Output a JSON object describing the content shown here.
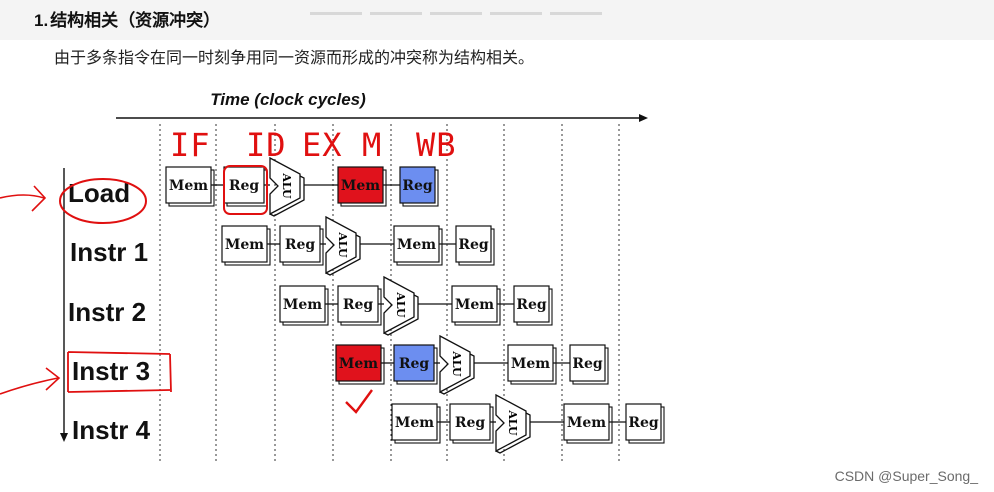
{
  "header": {
    "section_number": "1.",
    "section_title": "结构相关",
    "section_subtitle": "（资源冲突）",
    "description": "由于多条指令在同一时刻争用同一资源而形成的冲突称为结构相关。"
  },
  "diagram": {
    "time_axis_label": "Time (clock cycles)",
    "stage_annotations": [
      "IF",
      "ID",
      "EX",
      "M",
      "WB"
    ],
    "instructions": [
      {
        "label": "Load",
        "stages": [
          "Mem",
          "Reg",
          "ALU",
          "Mem",
          "Reg"
        ],
        "highlight": [
          "",
          "",
          "",
          "red",
          "blue"
        ]
      },
      {
        "label": "Instr 1",
        "stages": [
          "Mem",
          "Reg",
          "ALU",
          "Mem",
          "Reg"
        ],
        "highlight": [
          "",
          "",
          "",
          "",
          ""
        ]
      },
      {
        "label": "Instr 2",
        "stages": [
          "Mem",
          "Reg",
          "ALU",
          "Mem",
          "Reg"
        ],
        "highlight": [
          "",
          "",
          "",
          "",
          ""
        ]
      },
      {
        "label": "Instr 3",
        "stages": [
          "Mem",
          "Reg",
          "ALU",
          "Mem",
          "Reg"
        ],
        "highlight": [
          "red",
          "blue",
          "",
          "",
          ""
        ]
      },
      {
        "label": "Instr 4",
        "stages": [
          "Mem",
          "Reg",
          "ALU",
          "Mem",
          "Reg"
        ],
        "highlight": [
          "",
          "",
          "",
          "",
          ""
        ]
      }
    ],
    "colors": {
      "conflict": "#e0121c",
      "register": "#6c8ef0",
      "annotation": "#e01010"
    }
  },
  "watermark": "CSDN @Super_Song_"
}
